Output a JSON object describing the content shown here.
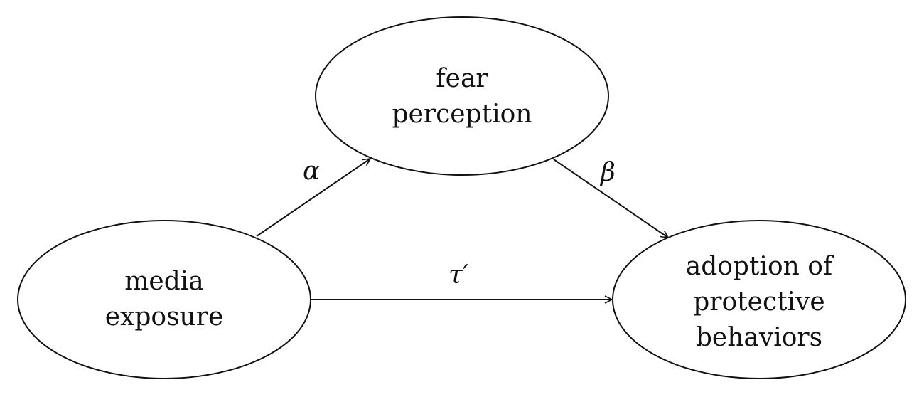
{
  "nodes": {
    "fear": {
      "lines": [
        "fear",
        "perception"
      ]
    },
    "media": {
      "lines": [
        "media",
        "exposure"
      ]
    },
    "adoption": {
      "lines": [
        "adoption of",
        "protective",
        "behaviors"
      ]
    }
  },
  "edges": {
    "alpha": {
      "label": "α"
    },
    "beta": {
      "label": "β"
    },
    "tau": {
      "label": "τ′"
    }
  },
  "colors": {
    "stroke": "#111111",
    "background": "#ffffff"
  }
}
